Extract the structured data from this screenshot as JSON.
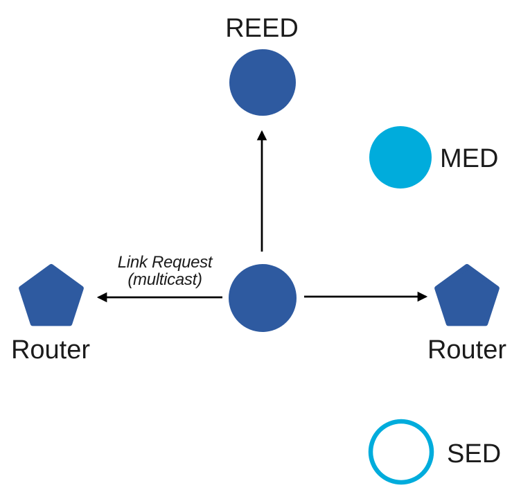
{
  "diagram": {
    "nodes": {
      "reed": {
        "label": "REED",
        "shape": "circle",
        "fill": "#2E5AA0"
      },
      "med": {
        "label": "MED",
        "shape": "circle",
        "fill": "#00ACDC"
      },
      "joining": {
        "label": "",
        "shape": "circle",
        "fill": "#2E5AA0"
      },
      "router_left": {
        "label": "Router",
        "shape": "pentagon",
        "fill": "#2E5AA0"
      },
      "router_right": {
        "label": "Router",
        "shape": "pentagon",
        "fill": "#2E5AA0"
      },
      "sed": {
        "label": "SED",
        "shape": "circle-outline",
        "stroke": "#00ACDC",
        "fill": "#FFFFFF"
      }
    },
    "annotation": {
      "line1": "Link Request",
      "line2": "(multicast)"
    },
    "colors": {
      "arrow": "#000000",
      "text": "#1B1B1B"
    }
  }
}
